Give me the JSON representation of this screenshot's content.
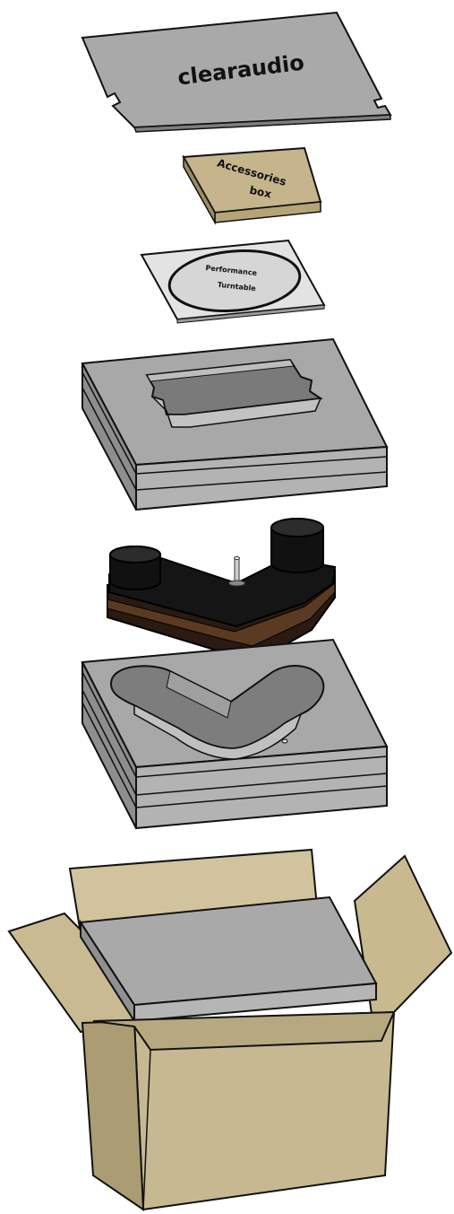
{
  "diagram": {
    "lid_logo": "clearaudio",
    "accessories_box": {
      "line1": "Accessories",
      "line2": "box"
    },
    "disc_label": {
      "line1": "Performance",
      "line2": "Turntable"
    }
  },
  "colors": {
    "outline": "#111111",
    "foam_top": "#a7a7a7",
    "foam_side_light": "#b4b4b4",
    "foam_side_dark": "#8f8f8f",
    "cardboard": "#c6b891",
    "cardboard_dark": "#a99a72",
    "wood_dark": "#2a1a12",
    "wood_brown": "#5b3a22",
    "chassis_black": "#111111"
  }
}
